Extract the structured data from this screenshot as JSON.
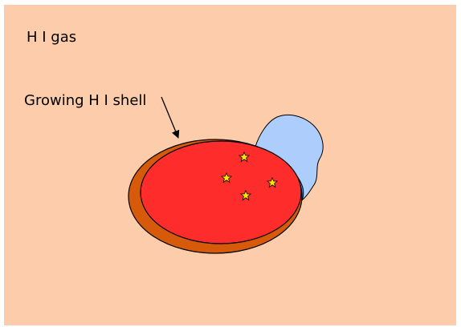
{
  "labels": {
    "gas_region": "H I gas",
    "shell": "Growing H I shell"
  },
  "colors": {
    "background_gas": "#FDCDAB",
    "shell_ring": "#D65A0A",
    "ionized_region": "#FF2C2C",
    "blue_blister": "#4A90E2",
    "cloud": "#ADCDFC",
    "star_fill": "#FFE600",
    "outline": "#000000"
  },
  "stars": {
    "count": 4,
    "icon": "star-icon"
  }
}
